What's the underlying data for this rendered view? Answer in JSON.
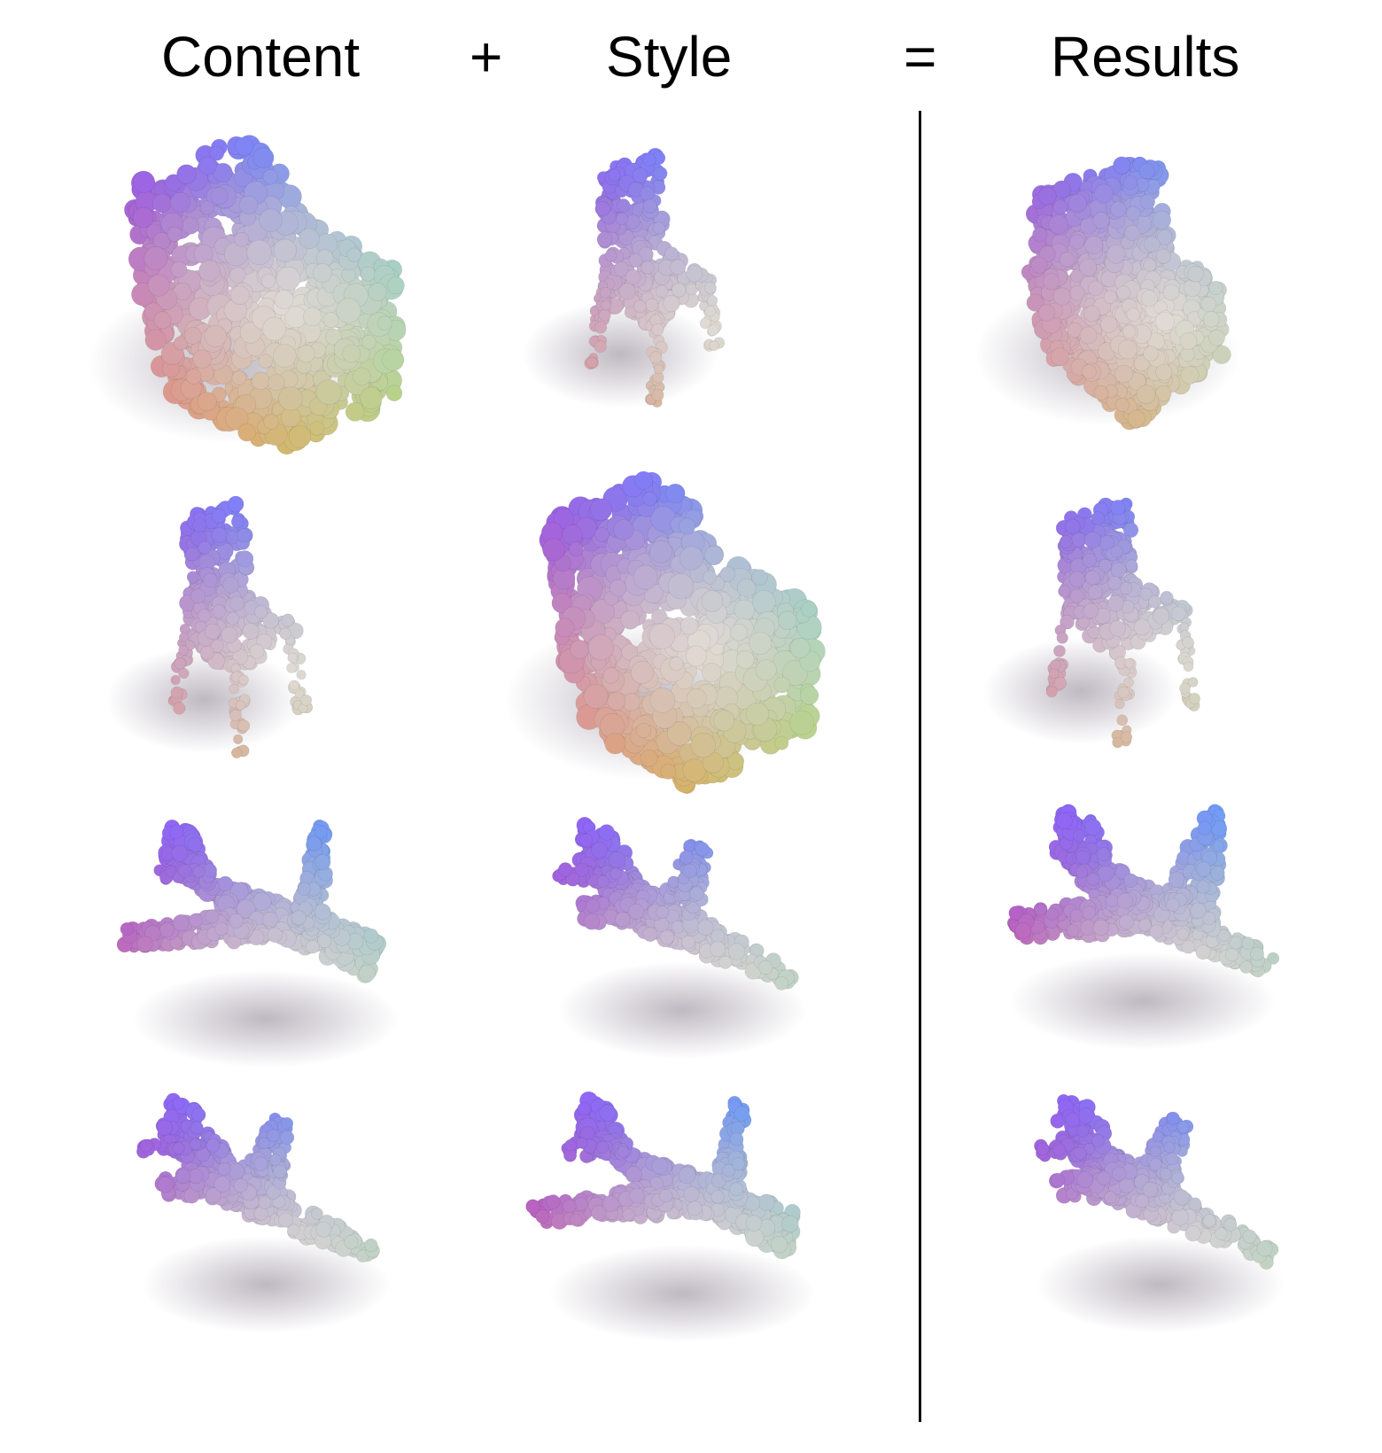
{
  "header": {
    "content_label": "Content",
    "plus_symbol": "+",
    "style_label": "Style",
    "equals_symbol": "=",
    "results_label": "Results"
  },
  "colors": {
    "palette": [
      "#7a3bff",
      "#c23bff",
      "#ff7ab4",
      "#f1e9e4",
      "#d8f08a",
      "#6ff0a0",
      "#5fd8ff",
      "#ff9a5a"
    ]
  },
  "grid": {
    "rows": [
      {
        "content": "point-cloud-armchair",
        "style": "point-cloud-chair",
        "result": "point-cloud-stylized-armchair"
      },
      {
        "content": "point-cloud-chair",
        "style": "point-cloud-armchair",
        "result": "point-cloud-stylized-chair"
      },
      {
        "content": "point-cloud-airliner",
        "style": "point-cloud-jet",
        "result": "point-cloud-stylized-airliner"
      },
      {
        "content": "point-cloud-jet",
        "style": "point-cloud-airliner",
        "result": "point-cloud-stylized-jet"
      }
    ]
  }
}
